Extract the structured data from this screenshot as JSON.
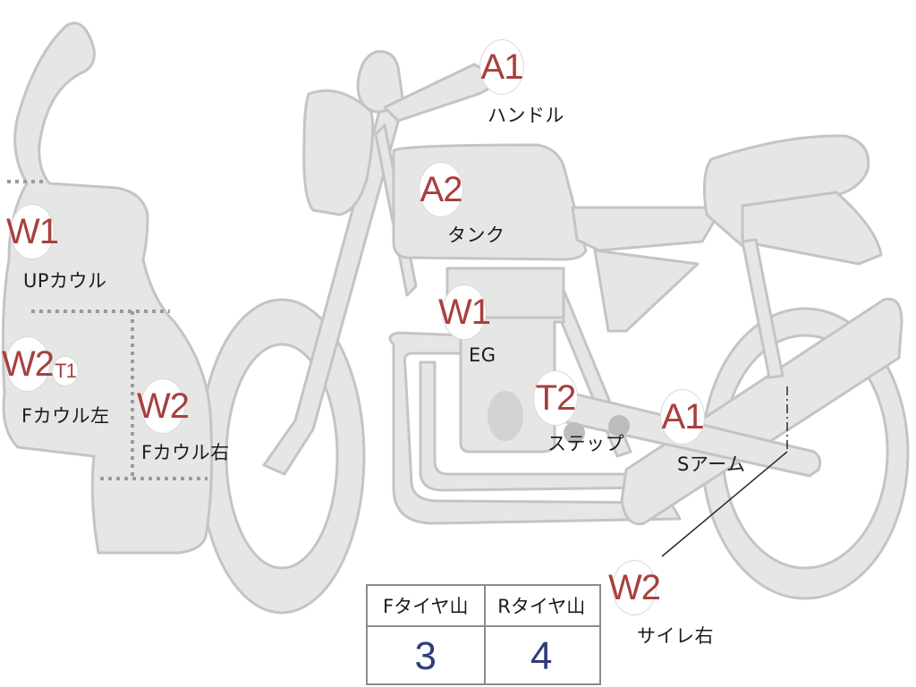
{
  "colors": {
    "part_fill": "#e6e6e5",
    "part_stroke": "#c4c4c4",
    "badge_text": "#a6403f",
    "tire_value": "#2e3d7c"
  },
  "parts": [
    {
      "id": "handle",
      "code": "A1",
      "label": "ハンドル"
    },
    {
      "id": "tank",
      "code": "A2",
      "label": "タンク"
    },
    {
      "id": "up-cowl",
      "code": "W1",
      "label": "UPカウル"
    },
    {
      "id": "engine",
      "code": "W1",
      "label": "EG"
    },
    {
      "id": "f-cowl-left",
      "code": "W2",
      "code2": "T1",
      "label": "Fカウル左"
    },
    {
      "id": "f-cowl-right",
      "code": "W2",
      "label": "Fカウル右"
    },
    {
      "id": "step",
      "code": "T2",
      "label": "ステップ"
    },
    {
      "id": "swing-arm",
      "code": "A1",
      "label": "Sアーム"
    },
    {
      "id": "silencer-right",
      "code": "W2",
      "label": "サイレ右"
    }
  ],
  "tire_table": {
    "headers": [
      "Fタイヤ山",
      "Rタイヤ山"
    ],
    "values": [
      "3",
      "4"
    ]
  }
}
